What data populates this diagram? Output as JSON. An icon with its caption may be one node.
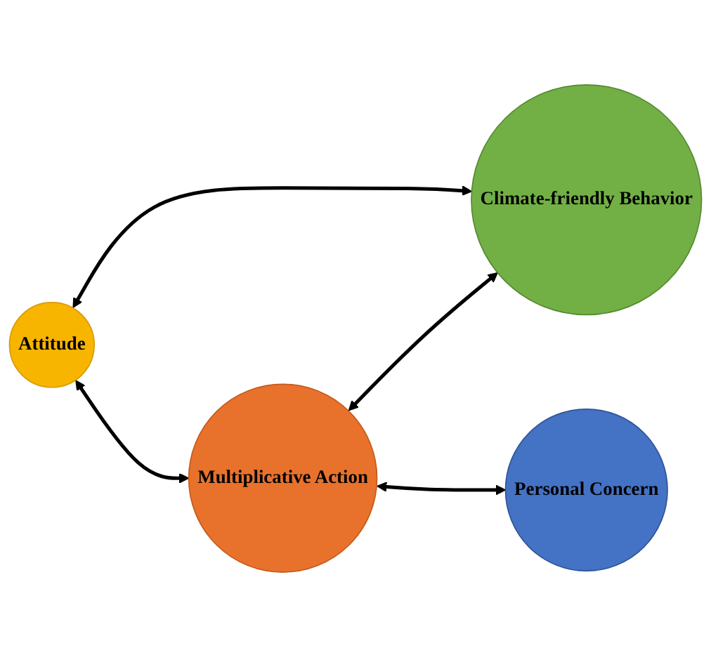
{
  "diagram": {
    "nodes": [
      {
        "text": [
          "Attitude"
        ]
      },
      {
        "text": [
          "Multiplicative Action"
        ]
      },
      {
        "text": [
          "Climate-friendly Behavior"
        ]
      },
      {
        "text": [
          "Personal Concern"
        ]
      }
    ],
    "edges": [
      {
        "from": 0,
        "to": 1,
        "arrow": "both"
      },
      {
        "from": 0,
        "to": 2,
        "arrow": "both"
      },
      {
        "from": 1,
        "to": 2,
        "arrow": "both"
      },
      {
        "from": 1,
        "to": 3,
        "arrow": "both"
      }
    ]
  }
}
